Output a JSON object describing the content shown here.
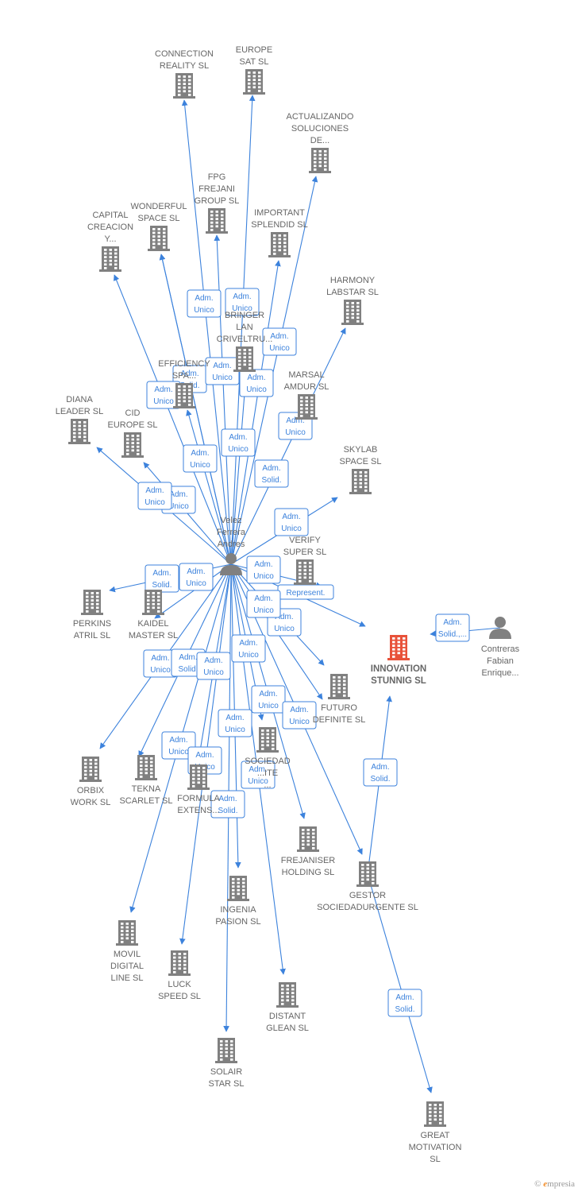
{
  "colors": {
    "edge": "#3c82dc",
    "node": "#808080",
    "focus": "#e8523a",
    "label": "#666666"
  },
  "nodes": [
    {
      "id": "velez",
      "type": "person",
      "lines": [
        "Velez",
        "Ferrera",
        "Andres"
      ]
    },
    {
      "id": "contreras",
      "type": "person",
      "lines": [
        "Contreras",
        "Fabian",
        "Enrique..."
      ]
    },
    {
      "id": "innovation",
      "type": "company",
      "focus": true,
      "lines": [
        "INNOVATION",
        "STUNNIG  SL"
      ]
    },
    {
      "id": "connection",
      "type": "company",
      "lines": [
        "CONNECTION",
        "REALITY  SL"
      ]
    },
    {
      "id": "europe_sat",
      "type": "company",
      "lines": [
        "EUROPE",
        "SAT  SL"
      ]
    },
    {
      "id": "actualizando",
      "type": "company",
      "lines": [
        "ACTUALIZANDO",
        "SOLUCIONES",
        "DE..."
      ]
    },
    {
      "id": "fpg",
      "type": "company",
      "lines": [
        "FPG",
        "FREJANI",
        "GROUP  SL"
      ]
    },
    {
      "id": "wonderful",
      "type": "company",
      "lines": [
        "WONDERFUL",
        "SPACE  SL"
      ]
    },
    {
      "id": "important",
      "type": "company",
      "lines": [
        "IMPORTANT",
        "SPLENDID  SL"
      ]
    },
    {
      "id": "capital",
      "type": "company",
      "lines": [
        "CAPITAL",
        "CREACION",
        "Y..."
      ]
    },
    {
      "id": "harmony",
      "type": "company",
      "lines": [
        "HARMONY",
        "LABSTAR SL"
      ]
    },
    {
      "id": "bringer",
      "type": "company",
      "lines": [
        "BRINGER",
        "LAN",
        "CRIVELTRU..."
      ]
    },
    {
      "id": "efficiency",
      "type": "company",
      "lines": [
        "EFFICIENCY",
        "SPA..."
      ]
    },
    {
      "id": "marsal",
      "type": "company",
      "lines": [
        "MARSAL",
        "AMDUR  SL"
      ]
    },
    {
      "id": "diana",
      "type": "company",
      "lines": [
        "DIANA",
        "LEADER  SL"
      ]
    },
    {
      "id": "cid",
      "type": "company",
      "lines": [
        "CID",
        "EUROPE  SL"
      ]
    },
    {
      "id": "skylab",
      "type": "company",
      "lines": [
        "SKYLAB",
        "SPACE  SL"
      ]
    },
    {
      "id": "verify",
      "type": "company",
      "lines": [
        "VERIFY",
        "SUPER  SL"
      ]
    },
    {
      "id": "perkins",
      "type": "company",
      "lines": [
        "PERKINS",
        "ATRIL  SL"
      ]
    },
    {
      "id": "kaidel",
      "type": "company",
      "lines": [
        "KAIDEL",
        "MASTER  SL"
      ]
    },
    {
      "id": "futuro",
      "type": "company",
      "lines": [
        "FUTURO",
        "DEFINITE  SL"
      ]
    },
    {
      "id": "sociedad",
      "type": "company",
      "lines": [
        "SOCIEDAD",
        "...ITE",
        "..."
      ]
    },
    {
      "id": "orbix",
      "type": "company",
      "lines": [
        "ORBIX",
        "WORK  SL"
      ]
    },
    {
      "id": "tekna",
      "type": "company",
      "lines": [
        "TEKNA",
        "SCARLET  SL"
      ]
    },
    {
      "id": "formula",
      "type": "company",
      "lines": [
        "FORMULA",
        "EXTENS..."
      ]
    },
    {
      "id": "frejaniser",
      "type": "company",
      "lines": [
        "FREJANISER",
        "HOLDING  SL"
      ]
    },
    {
      "id": "ingenia",
      "type": "company",
      "lines": [
        "INGENIA",
        "PASION  SL"
      ]
    },
    {
      "id": "gestor",
      "type": "company",
      "lines": [
        "GESTOR",
        "SOCIEDADURGENTE SL"
      ]
    },
    {
      "id": "movil",
      "type": "company",
      "lines": [
        "MOVIL",
        "DIGITAL",
        "LINE SL"
      ]
    },
    {
      "id": "luck",
      "type": "company",
      "lines": [
        "LUCK",
        "SPEED  SL"
      ]
    },
    {
      "id": "distant",
      "type": "company",
      "lines": [
        "DISTANT",
        "GLEAN  SL"
      ]
    },
    {
      "id": "solair",
      "type": "company",
      "lines": [
        "SOLAIR",
        "STAR  SL"
      ]
    },
    {
      "id": "great",
      "type": "company",
      "lines": [
        "GREAT",
        "MOTIVATION",
        "SL"
      ]
    }
  ],
  "edge_tags": [
    [
      "Adm.",
      "Unico"
    ],
    [
      "Adm.",
      "Unico"
    ],
    [
      "Adm.",
      "Unico"
    ],
    [
      "Adm.",
      "Solid."
    ],
    [
      "Adm.",
      "Unico"
    ],
    [
      "Adm.",
      "Unico"
    ],
    [
      "Adm.",
      "Unico"
    ],
    [
      "Adm.",
      "Unico"
    ],
    [
      "Adm.",
      "Solid."
    ],
    [
      "Adm.",
      "Unico"
    ],
    [
      "Adm.",
      "Unico"
    ],
    [
      "Adm.",
      "Unico"
    ],
    [
      "Adm.",
      "Unico"
    ],
    [
      "Adm.",
      "Unico"
    ],
    [
      "Adm.",
      "Solid."
    ],
    [
      "Adm.",
      "Unico"
    ],
    [
      "Adm.",
      "Unico"
    ],
    [
      "Represent."
    ],
    [
      "Adm.",
      "Unico"
    ],
    [
      "Adm.",
      "Solid.,..."
    ],
    [
      "Adm.",
      "Unico"
    ],
    [
      "Adm.",
      "Solid."
    ],
    [
      "Adm.",
      "Unico"
    ],
    [
      "Adm.",
      "Unico"
    ],
    [
      "Adm.",
      "Unico"
    ],
    [
      "Adm.",
      "Unico"
    ],
    [
      "Adm.",
      "Unico"
    ],
    [
      "Adm.",
      "Unico"
    ],
    [
      "Adm.",
      "Unico"
    ],
    [
      "Adm.",
      "Solid."
    ],
    [
      "Adm.",
      "Unico"
    ],
    [
      "Adm.",
      "Unico"
    ],
    [
      "Adm.",
      "Solid."
    ],
    [
      "Adm.",
      "Solid."
    ],
    [
      "Adm.",
      "Solid."
    ]
  ],
  "footer": {
    "copyright": "©",
    "brand_initial": "e",
    "brand_rest": "mpresia"
  }
}
